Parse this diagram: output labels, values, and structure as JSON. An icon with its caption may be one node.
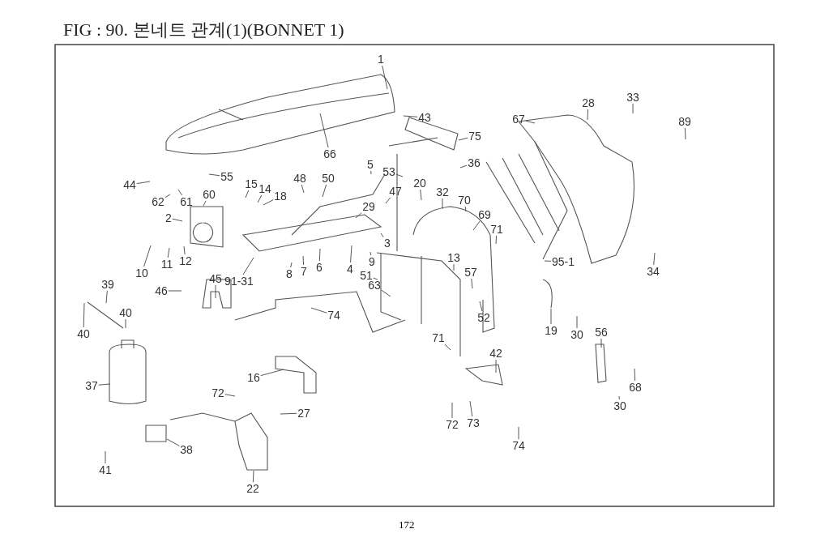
{
  "diagram": {
    "title": "FIG : 90. 본네트 관계(1)(BONNET 1)",
    "nodes": [
      {
        "text": [
          "1"
        ]
      },
      {
        "text": [
          "66"
        ]
      },
      {
        "text": [
          "43"
        ]
      },
      {
        "text": [
          "75"
        ]
      },
      {
        "text": [
          "36"
        ]
      },
      {
        "text": [
          "28"
        ]
      },
      {
        "text": [
          "33"
        ]
      },
      {
        "text": [
          "67"
        ]
      },
      {
        "text": [
          "89"
        ]
      },
      {
        "text": [
          "34"
        ]
      },
      {
        "text": [
          "95-1"
        ]
      },
      {
        "text": [
          "44"
        ]
      },
      {
        "text": [
          "55"
        ]
      },
      {
        "text": [
          "62"
        ]
      },
      {
        "text": [
          "61"
        ]
      },
      {
        "text": [
          "60"
        ]
      },
      {
        "text": [
          "2"
        ]
      },
      {
        "text": [
          "15"
        ]
      },
      {
        "text": [
          "14"
        ]
      },
      {
        "text": [
          "18"
        ]
      },
      {
        "text": [
          "48"
        ]
      },
      {
        "text": [
          "50"
        ]
      },
      {
        "text": [
          "5"
        ]
      },
      {
        "text": [
          "53"
        ]
      },
      {
        "text": [
          "47"
        ]
      },
      {
        "text": [
          "29"
        ]
      },
      {
        "text": [
          "3"
        ]
      },
      {
        "text": [
          "10"
        ]
      },
      {
        "text": [
          "11"
        ]
      },
      {
        "text": [
          "12"
        ]
      },
      {
        "text": [
          "91-31"
        ]
      },
      {
        "text": [
          "8"
        ]
      },
      {
        "text": [
          "7"
        ]
      },
      {
        "text": [
          "6"
        ]
      },
      {
        "text": [
          "4"
        ]
      },
      {
        "text": [
          "9"
        ]
      },
      {
        "text": [
          "51"
        ]
      },
      {
        "text": [
          "63"
        ]
      },
      {
        "text": [
          "20"
        ]
      },
      {
        "text": [
          "32"
        ]
      },
      {
        "text": [
          "70"
        ]
      },
      {
        "text": [
          "69"
        ]
      },
      {
        "text": [
          "71"
        ]
      },
      {
        "text": [
          "13"
        ]
      },
      {
        "text": [
          "57"
        ]
      },
      {
        "text": [
          "52"
        ]
      },
      {
        "text": [
          "71"
        ]
      },
      {
        "text": [
          "19"
        ]
      },
      {
        "text": [
          "30"
        ]
      },
      {
        "text": [
          "56"
        ]
      },
      {
        "text": [
          "68"
        ]
      },
      {
        "text": [
          "30"
        ]
      },
      {
        "text": [
          "42"
        ]
      },
      {
        "text": [
          "72"
        ]
      },
      {
        "text": [
          "73"
        ]
      },
      {
        "text": [
          "74"
        ]
      },
      {
        "text": [
          "39"
        ]
      },
      {
        "text": [
          "40"
        ]
      },
      {
        "text": [
          "40"
        ]
      },
      {
        "text": [
          "37"
        ]
      },
      {
        "text": [
          "38"
        ]
      },
      {
        "text": [
          "41"
        ]
      },
      {
        "text": [
          "46"
        ]
      },
      {
        "text": [
          "45"
        ]
      },
      {
        "text": [
          "74"
        ]
      },
      {
        "text": [
          "16"
        ]
      },
      {
        "text": [
          "72"
        ]
      },
      {
        "text": [
          "27"
        ]
      },
      {
        "text": [
          "22"
        ]
      }
    ],
    "edges": [
      {
        "from": 0,
        "to": null,
        "arrow": "none"
      },
      {
        "from": 1,
        "to": null,
        "arrow": "none"
      },
      {
        "from": 2,
        "to": null,
        "arrow": "none"
      },
      {
        "from": 3,
        "to": null,
        "arrow": "none"
      },
      {
        "from": 4,
        "to": null,
        "arrow": "none"
      },
      {
        "from": 5,
        "to": null,
        "arrow": "none"
      },
      {
        "from": 6,
        "to": null,
        "arrow": "none"
      },
      {
        "from": 7,
        "to": null,
        "arrow": "none"
      },
      {
        "from": 8,
        "to": null,
        "arrow": "none"
      },
      {
        "from": 9,
        "to": null,
        "arrow": "none"
      },
      {
        "from": 10,
        "to": null,
        "arrow": "none"
      },
      {
        "from": 11,
        "to": null,
        "arrow": "none"
      },
      {
        "from": 12,
        "to": null,
        "arrow": "none"
      },
      {
        "from": 13,
        "to": null,
        "arrow": "none"
      },
      {
        "from": 14,
        "to": null,
        "arrow": "none"
      },
      {
        "from": 15,
        "to": null,
        "arrow": "none"
      },
      {
        "from": 16,
        "to": null,
        "arrow": "none"
      },
      {
        "from": 17,
        "to": null,
        "arrow": "none"
      },
      {
        "from": 18,
        "to": null,
        "arrow": "none"
      },
      {
        "from": 19,
        "to": null,
        "arrow": "none"
      },
      {
        "from": 20,
        "to": null,
        "arrow": "none"
      },
      {
        "from": 21,
        "to": null,
        "arrow": "none"
      },
      {
        "from": 22,
        "to": null,
        "arrow": "none"
      },
      {
        "from": 23,
        "to": null,
        "arrow": "none"
      },
      {
        "from": 24,
        "to": null,
        "arrow": "none"
      },
      {
        "from": 25,
        "to": null,
        "arrow": "none"
      },
      {
        "from": 26,
        "to": null,
        "arrow": "none"
      },
      {
        "from": 27,
        "to": null,
        "arrow": "none"
      },
      {
        "from": 28,
        "to": null,
        "arrow": "none"
      },
      {
        "from": 29,
        "to": null,
        "arrow": "none"
      },
      {
        "from": 30,
        "to": null,
        "arrow": "none"
      },
      {
        "from": 31,
        "to": null,
        "arrow": "none"
      },
      {
        "from": 32,
        "to": null,
        "arrow": "none"
      },
      {
        "from": 33,
        "to": null,
        "arrow": "none"
      },
      {
        "from": 34,
        "to": null,
        "arrow": "none"
      },
      {
        "from": 35,
        "to": null,
        "arrow": "none"
      },
      {
        "from": 36,
        "to": null,
        "arrow": "none"
      },
      {
        "from": 37,
        "to": null,
        "arrow": "none"
      },
      {
        "from": 38,
        "to": null,
        "arrow": "none"
      },
      {
        "from": 39,
        "to": null,
        "arrow": "none"
      },
      {
        "from": 40,
        "to": null,
        "arrow": "none"
      },
      {
        "from": 41,
        "to": null,
        "arrow": "none"
      },
      {
        "from": 42,
        "to": null,
        "arrow": "none"
      },
      {
        "from": 43,
        "to": null,
        "arrow": "none"
      },
      {
        "from": 44,
        "to": null,
        "arrow": "none"
      },
      {
        "from": 45,
        "to": null,
        "arrow": "none"
      },
      {
        "from": 46,
        "to": null,
        "arrow": "none"
      },
      {
        "from": 47,
        "to": null,
        "arrow": "none"
      },
      {
        "from": 48,
        "to": null,
        "arrow": "none"
      },
      {
        "from": 49,
        "to": null,
        "arrow": "none"
      },
      {
        "from": 50,
        "to": null,
        "arrow": "none"
      },
      {
        "from": 51,
        "to": null,
        "arrow": "none"
      },
      {
        "from": 52,
        "to": null,
        "arrow": "none"
      },
      {
        "from": 53,
        "to": null,
        "arrow": "none"
      },
      {
        "from": 54,
        "to": null,
        "arrow": "none"
      },
      {
        "from": 55,
        "to": null,
        "arrow": "none"
      },
      {
        "from": 56,
        "to": null,
        "arrow": "none"
      },
      {
        "from": 57,
        "to": null,
        "arrow": "none"
      },
      {
        "from": 58,
        "to": null,
        "arrow": "none"
      },
      {
        "from": 59,
        "to": null,
        "arrow": "none"
      },
      {
        "from": 60,
        "to": null,
        "arrow": "none"
      },
      {
        "from": 61,
        "to": null,
        "arrow": "none"
      },
      {
        "from": 62,
        "to": null,
        "arrow": "none"
      },
      {
        "from": 63,
        "to": null,
        "arrow": "none"
      },
      {
        "from": 64,
        "to": null,
        "arrow": "none"
      },
      {
        "from": 65,
        "to": null,
        "arrow": "none"
      },
      {
        "from": 66,
        "to": null,
        "arrow": "none"
      },
      {
        "from": 67,
        "to": null,
        "arrow": "none"
      },
      {
        "from": 68,
        "to": null,
        "arrow": "none"
      }
    ],
    "labels": [
      "172"
    ]
  }
}
